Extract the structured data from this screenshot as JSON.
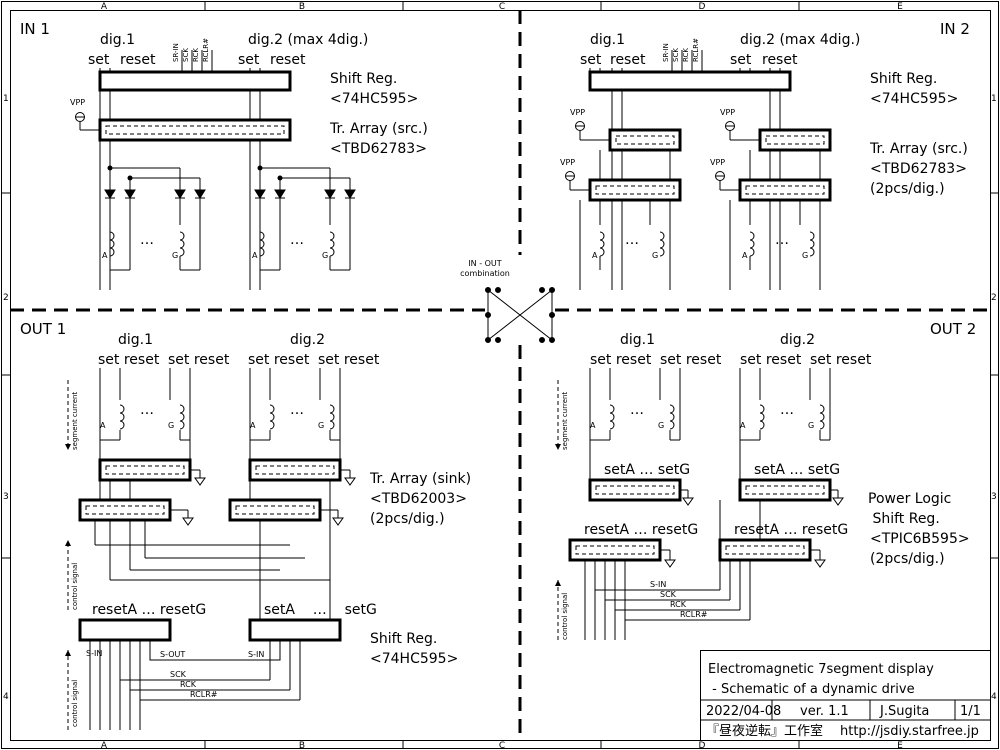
{
  "border": {
    "cols": [
      "A",
      "B",
      "C",
      "D",
      "E"
    ],
    "rows": [
      "1",
      "2",
      "3",
      "4"
    ]
  },
  "in1": {
    "title": "IN 1",
    "dig1": "dig.1",
    "dig2": "dig.2 (max 4dig.)",
    "set": "set",
    "reset": "reset",
    "sr_pins": [
      "SR-IN",
      "SCK",
      "RCK",
      "RCLR#"
    ],
    "vpp": "VPP",
    "shift_reg": "Shift Reg.",
    "shift_reg_part": "<74HC595>",
    "tr_array": "Tr. Array (src.)",
    "tr_array_part": "<TBD62783>",
    "coil_a": "A",
    "coil_g": "G",
    "dots": "…"
  },
  "in2": {
    "title": "IN 2",
    "dig1": "dig.1",
    "dig2": "dig.2 (max 4dig.)",
    "set": "set",
    "reset": "reset",
    "sr_pins": [
      "SR-IN",
      "SCK",
      "RCK",
      "RCLR#"
    ],
    "vpp": "VPP",
    "shift_reg": "Shift Reg.",
    "shift_reg_part": "<74HC595>",
    "tr_array": "Tr. Array (src.)",
    "tr_array_part": "<TBD62783>",
    "tr_array_note": "(2pcs/dig.)",
    "coil_a": "A",
    "coil_g": "G",
    "dots": "…"
  },
  "combo": {
    "line1": "IN - OUT",
    "line2": "combination"
  },
  "out1": {
    "title": "OUT 1",
    "dig1": "dig.1",
    "dig2": "dig.2",
    "set_reset": "set reset",
    "tr_array": "Tr. Array (sink)",
    "tr_array_part": "<TBD62003>",
    "tr_array_note": "(2pcs/dig.)",
    "sr_left": "resetA … resetG",
    "sr_right": "setA    …    setG",
    "shift_reg": "Shift Reg.",
    "shift_reg_part": "<74HC595>",
    "s_in": "S-IN",
    "s_out": "S-OUT",
    "s_in2": "S-IN",
    "sck": "SCK",
    "rck": "RCK",
    "rclr": "RCLR#",
    "seg_current": "segment current",
    "ctrl_signal": "control signal",
    "coil_a": "A",
    "coil_g": "G",
    "dots": "…"
  },
  "out2": {
    "title": "OUT 2",
    "dig1": "dig.1",
    "dig2": "dig.2",
    "set_reset": "set reset",
    "set_row": "setA … setG",
    "reset_row": "resetA … resetG",
    "power_logic": "Power Logic",
    "shift_reg": " Shift Reg.",
    "part": "<TPIC6B595>",
    "note": "(2pcs/dig.)",
    "s_in": "S-IN",
    "sck": "SCK",
    "rck": "RCK",
    "rclr": "RCLR#",
    "seg_current": "segment current",
    "ctrl_signal": "control signal",
    "coil_a": "A",
    "coil_g": "G",
    "dots": "…"
  },
  "title_block": {
    "title": "Electromagnetic 7segment display",
    "subtitle": " - Schematic of a dynamic drive",
    "date": "2022/04-08",
    "version": "ver. 1.1",
    "author": "J.Sugita",
    "sheet": "1/1",
    "studio": "『昼夜逆転』工作室",
    "url": "http://jsdiy.starfree.jp"
  }
}
